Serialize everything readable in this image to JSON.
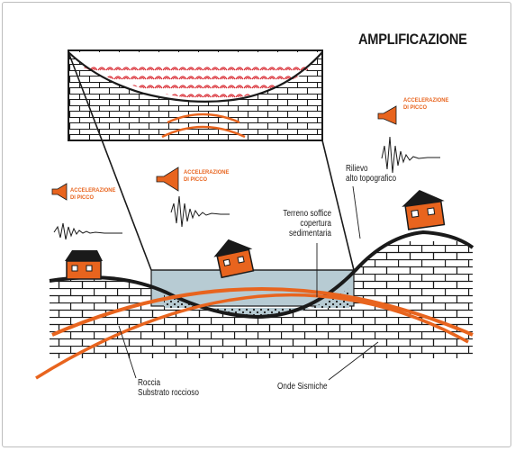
{
  "title": "AMPLIFICAZIONE",
  "labels": {
    "roccia": "Roccia",
    "substrato": "Substrato roccioso",
    "onde": "Onde Sismiche",
    "terreno_1": "Terreno soffice",
    "terreno_2": "copertura",
    "terreno_3": "sedimentaria",
    "rilievo_1": "Rilievo",
    "rilievo_2": "alto topografico"
  },
  "accelerazione": {
    "left": [
      "ACCELERAZIONE",
      "DI PICCO"
    ],
    "center": [
      "ACCELERAZIONE",
      "DI PICCO"
    ],
    "right": [
      "ACCELERAZIONE",
      "DI PICCO"
    ]
  },
  "colors": {
    "accent": "#e8641e",
    "ink": "#1a1a1a",
    "soil": "#b7cbd3",
    "red_waves": "#d8262e"
  },
  "icons": [
    "megaphone-icon",
    "house-icon"
  ]
}
